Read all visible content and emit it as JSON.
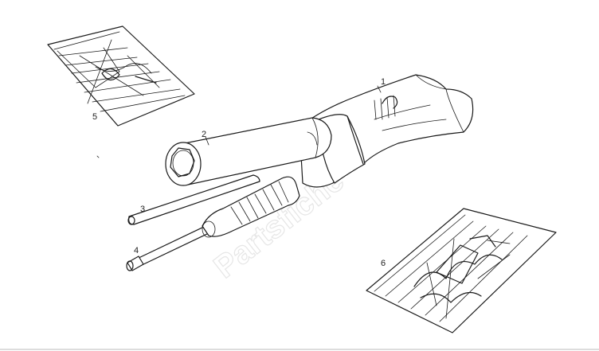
{
  "diagram": {
    "watermark": "Partsfiche",
    "parts": [
      {
        "id": "tool-roll",
        "label": "1"
      },
      {
        "id": "box-spanner",
        "label": "2"
      },
      {
        "id": "tommy-bar",
        "label": "3"
      },
      {
        "id": "screwdriver",
        "label": "4"
      },
      {
        "id": "manual-booklet",
        "label": "5"
      },
      {
        "id": "instruction-sheet",
        "label": "6"
      }
    ]
  },
  "colors": {
    "line": "#1a1a1a",
    "background": "#ffffff",
    "watermark": "#e6e6e6"
  }
}
